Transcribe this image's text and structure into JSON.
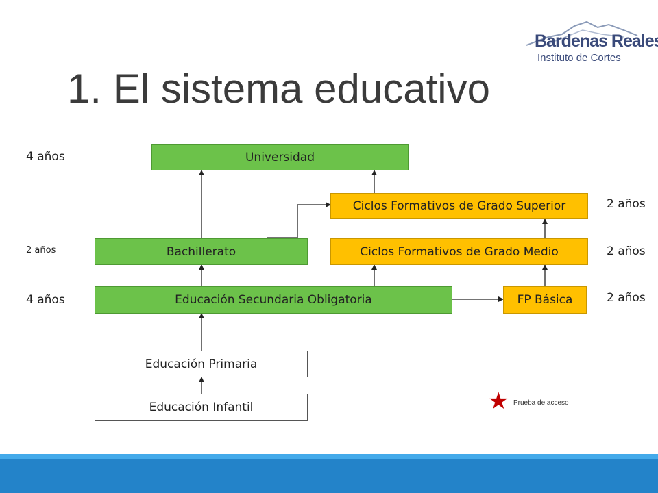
{
  "header": {
    "title": "1. El sistema educativo",
    "logo": {
      "name": "Bardenas Reales",
      "subtitle": "Instituto de Cortes"
    }
  },
  "diagram": {
    "boxes": {
      "universidad": "Universidad",
      "cfgs": "Ciclos Formativos de Grado Superior",
      "bachillerato": "Bachillerato",
      "cfgm": "Ciclos Formativos de Grado Medio",
      "eso": "Educación Secundaria Obligatoria",
      "fp_basica": "FP Básica",
      "primaria": "Educación Primaria",
      "infantil": "Educación Infantil"
    },
    "years": {
      "universidad": "4 años",
      "bachillerato": "2 años",
      "eso": "4 años",
      "cfgs": "2 años",
      "cfgm": "2 años",
      "fp_basica": "2 años"
    },
    "colors": {
      "green": "#6cc24a",
      "orange": "#ffc000",
      "arrow": "#222222",
      "star": "#c00000"
    }
  },
  "legend": {
    "icon": "star-icon",
    "label": "Prueba de acceso"
  }
}
